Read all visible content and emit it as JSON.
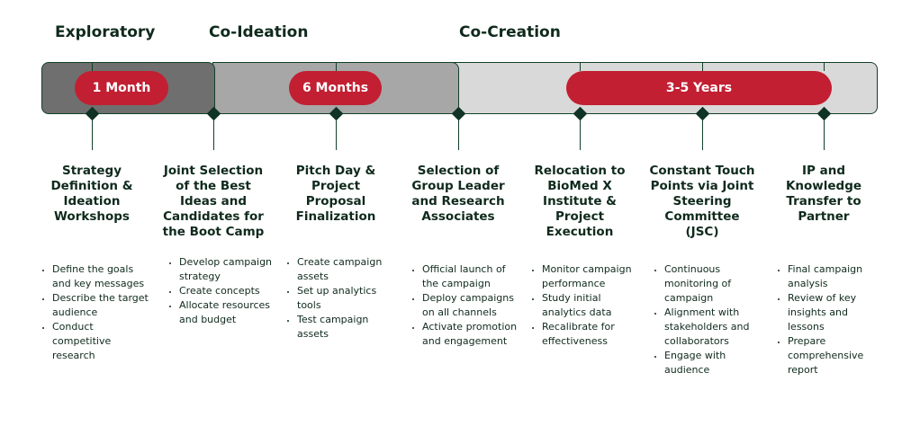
{
  "phases": [
    {
      "label": "Exploratory"
    },
    {
      "label": "Co-Ideation"
    },
    {
      "label": "Co-Creation"
    }
  ],
  "durations": [
    {
      "label": "1 Month"
    },
    {
      "label": "6 Months"
    },
    {
      "label": "3-5 Years"
    }
  ],
  "colors": {
    "accent": "#c21f32",
    "bar_exploratory": "#6f6f6f",
    "bar_coideation": "#a7a7a7",
    "bar_cocreation": "#d9d9d9",
    "outline": "#12402a",
    "text": "#0f2a1c"
  },
  "steps": [
    {
      "title_lines": [
        "Strategy",
        "Definition &",
        "Ideation",
        "Workshops"
      ],
      "bullets": [
        [
          "Define the goals",
          "and key messages"
        ],
        [
          "Describe the target",
          "audience"
        ],
        [
          "Conduct",
          "competitive",
          "research"
        ]
      ]
    },
    {
      "title_lines": [
        "Joint Selection",
        "of the Best",
        "Ideas and",
        "Candidates for",
        "the Boot Camp"
      ],
      "bullets": [
        [
          "Develop campaign",
          "strategy"
        ],
        [
          "Create concepts"
        ],
        [
          "Allocate resources",
          "and budget"
        ]
      ]
    },
    {
      "title_lines": [
        "Pitch Day &",
        "Project",
        "Proposal",
        "Finalization"
      ],
      "bullets": [
        [
          "Create campaign",
          "assets"
        ],
        [
          "Set up analytics",
          "tools"
        ],
        [
          "Test campaign",
          "assets"
        ]
      ]
    },
    {
      "title_lines": [
        "Selection of",
        "Group Leader",
        "and Research",
        "Associates"
      ],
      "bullets": [
        [
          "Official launch of",
          "the campaign"
        ],
        [
          "Deploy campaigns",
          "on all channels"
        ],
        [
          "Activate promotion",
          "and engagement"
        ]
      ]
    },
    {
      "title_lines": [
        "Relocation to",
        "BioMed X",
        "Institute &",
        "Project",
        "Execution"
      ],
      "bullets": [
        [
          "Monitor campaign",
          "performance"
        ],
        [
          "Study initial",
          "analytics data"
        ],
        [
          "Recalibrate for",
          "effectiveness"
        ]
      ]
    },
    {
      "title_lines": [
        "Constant Touch",
        "Points via Joint",
        "Steering",
        "Committee",
        "(JSC)"
      ],
      "bullets": [
        [
          "Continuous",
          "monitoring of",
          "campaign"
        ],
        [
          "Alignment with",
          "stakeholders and",
          "collaborators"
        ],
        [
          "Engage with",
          "audience"
        ]
      ]
    },
    {
      "title_lines": [
        "IP and",
        "Knowledge",
        "Transfer to",
        "Partner"
      ],
      "bullets": [
        [
          "Final campaign",
          "analysis"
        ],
        [
          "Review of key",
          "insights and",
          "lessons"
        ],
        [
          "Prepare",
          "comprehensive",
          "report"
        ]
      ]
    }
  ]
}
